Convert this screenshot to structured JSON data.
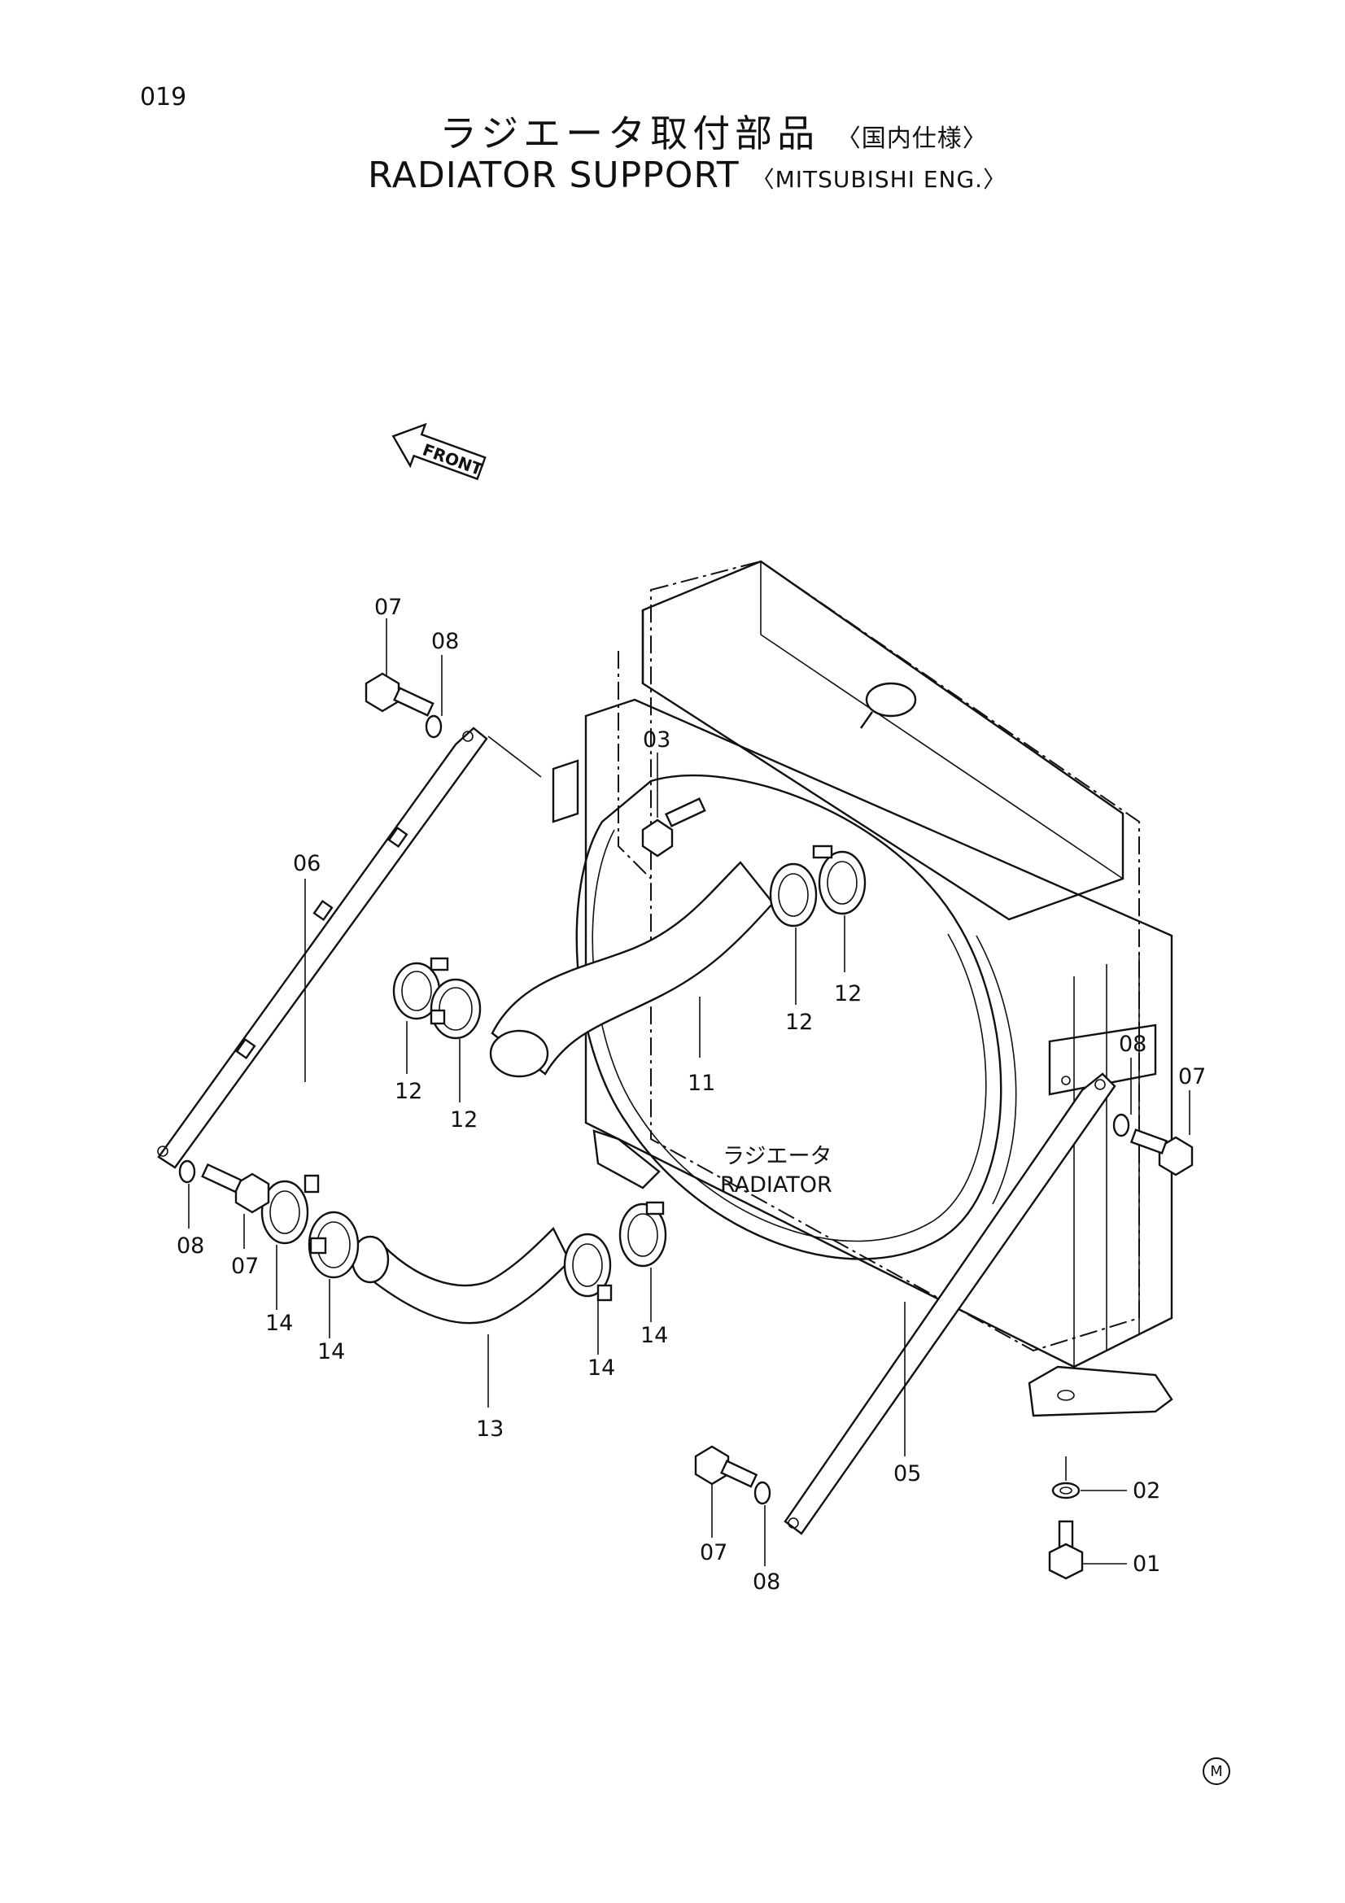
{
  "page_number": "019",
  "title_jp": "ラジエータ取付部品",
  "title_jp_sub": "〈国内仕様〉",
  "title_en": "RADIATOR SUPPORT",
  "title_en_sub": "〈MITSUBISHI ENG.〉",
  "front_label": "FRONT",
  "radiator_label_jp": "ラジエータ",
  "radiator_label_en": "RADIATOR",
  "callouts": {
    "c01": "01",
    "c02": "02",
    "c03": "03",
    "c05": "05",
    "c06": "06",
    "c07a": "07",
    "c07b": "07",
    "c07c": "07",
    "c07d": "07",
    "c08a": "08",
    "c08b": "08",
    "c08c": "08",
    "c08d": "08",
    "c11": "11",
    "c12a": "12",
    "c12b": "12",
    "c12c": "12",
    "c12d": "12",
    "c13": "13",
    "c14a": "14",
    "c14b": "14",
    "c14c": "14",
    "c14d": "14"
  },
  "corner_mark": "M"
}
